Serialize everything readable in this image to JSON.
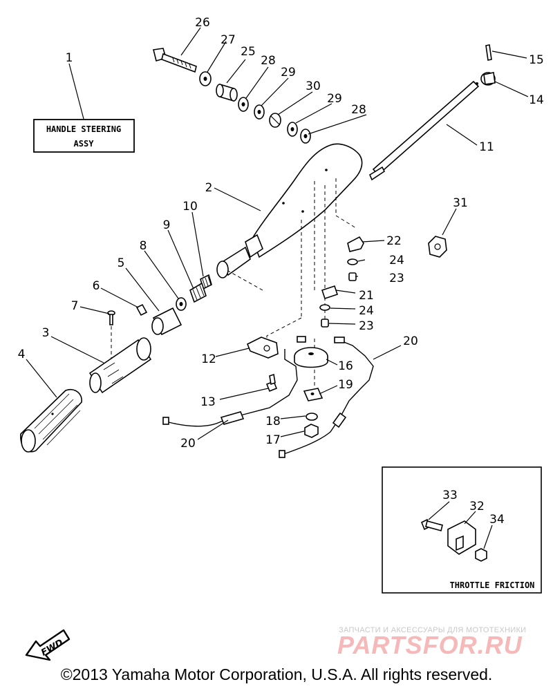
{
  "callouts": [
    "1",
    "2",
    "3",
    "4",
    "5",
    "6",
    "7",
    "8",
    "9",
    "10",
    "11",
    "12",
    "13",
    "14",
    "15",
    "16",
    "17",
    "18",
    "19",
    "20",
    "20",
    "21",
    "22",
    "23",
    "23",
    "24",
    "24",
    "25",
    "26",
    "27",
    "28",
    "28",
    "29",
    "29",
    "30",
    "31",
    "32",
    "33",
    "34"
  ],
  "labels": {
    "handle_steering_line1": "HANDLE STEERING",
    "handle_steering_line2": "ASSY",
    "throttle_friction": "THROTTLE FRICTION",
    "fwd": "FWD"
  },
  "watermark": {
    "subtitle": "ЗАПЧАСТИ И АКСЕССУАРЫ ДЛЯ МОТОТЕХНИКИ",
    "brand": "PARTSFOR.RU"
  },
  "copyright": "©2013 Yamaha Motor Corporation, U.S.A. All rights reserved."
}
